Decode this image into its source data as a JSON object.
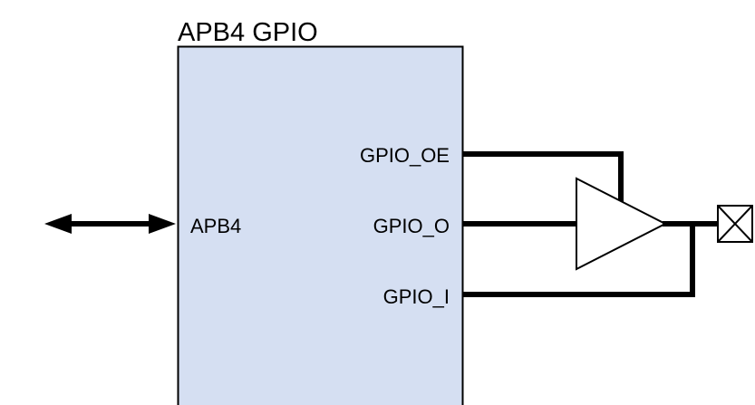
{
  "block": {
    "title": "APB4 GPIO",
    "fill_color": "#d5dff2",
    "border_color": "#000000"
  },
  "ports": {
    "left": "APB4",
    "oe": "GPIO_OE",
    "o": "GPIO_O",
    "i": "GPIO_I"
  },
  "symbols": {
    "bus_arrow": "bidirectional-arrow-icon",
    "buffer": "tristate-buffer-icon",
    "pad": "io-pad-icon"
  }
}
